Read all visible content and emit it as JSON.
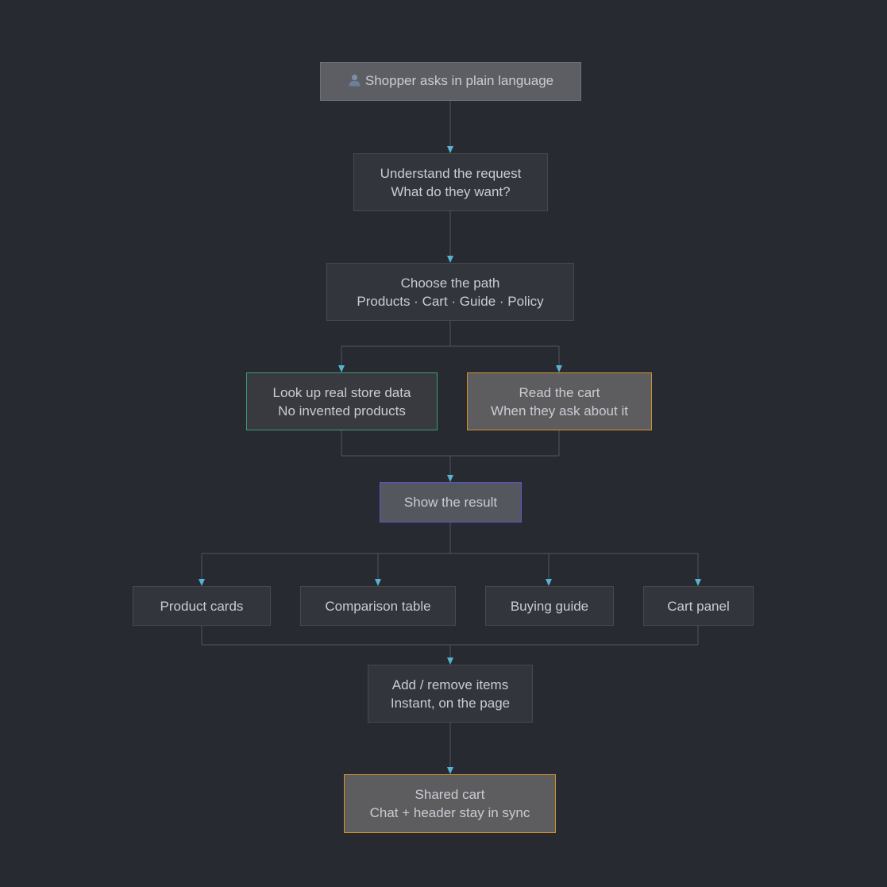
{
  "nodes": {
    "start": {
      "text": "Shopper asks in plain language",
      "icon": "person-icon"
    },
    "understand": {
      "line1": "Understand the request",
      "line2": "What do they want?"
    },
    "choose": {
      "line1": "Choose the path",
      "line2": "Products · Cart · Guide · Policy"
    },
    "lookup": {
      "line1": "Look up real store data",
      "line2": "No invented products"
    },
    "readcart": {
      "line1": "Read the cart",
      "line2": "When they ask about it"
    },
    "show": {
      "text": "Show the result"
    },
    "cards": {
      "text": "Product cards"
    },
    "comparison": {
      "text": "Comparison table"
    },
    "guide": {
      "text": "Buying guide"
    },
    "cartpanel": {
      "text": "Cart panel"
    },
    "addremove": {
      "line1": "Add / remove items",
      "line2": "Instant, on the page"
    },
    "shared": {
      "line1": "Shared cart",
      "line2": "Chat + header stay in sync"
    }
  },
  "colors": {
    "background": "#282a32",
    "node_fill": "#33353d",
    "node_border": "#464952",
    "text": "#c9ccd3",
    "edge": "#4b4e57",
    "arrow": "#56b4d3",
    "green_border": "#3c9a78",
    "orange_border": "#d58f2a",
    "blue_border": "#5a54cf"
  }
}
